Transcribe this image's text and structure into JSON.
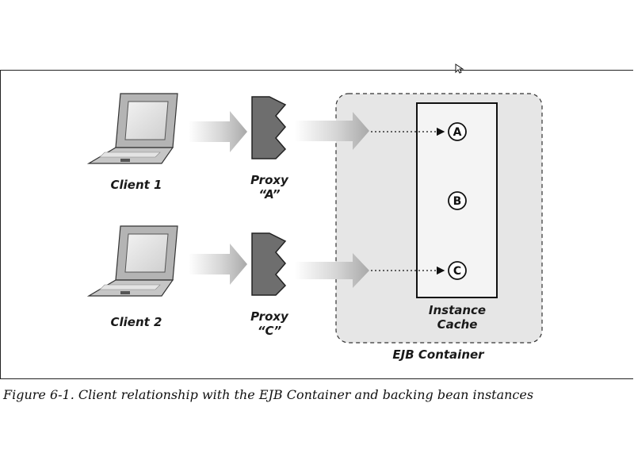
{
  "diagram": {
    "clients": [
      {
        "label": "Client 1"
      },
      {
        "label": "Client 2"
      }
    ],
    "proxies": [
      {
        "line1": "Proxy",
        "line2": "“A”"
      },
      {
        "line1": "Proxy",
        "line2": "“C”"
      }
    ],
    "container_label": "EJB Container",
    "cache_label_line1": "Instance",
    "cache_label_line2": "Cache",
    "instances": [
      "A",
      "B",
      "C"
    ]
  },
  "caption": "Figure 6-1. Client relationship with the EJB Container and backing bean instances"
}
